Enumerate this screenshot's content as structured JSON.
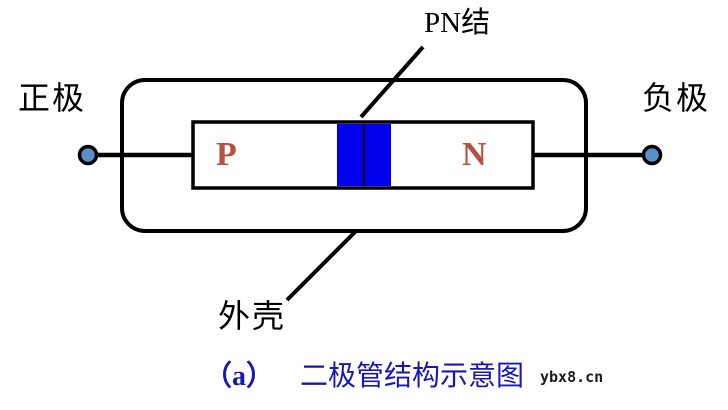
{
  "figure": {
    "type": "schematic-diagram",
    "subject": "semiconductor diode internal structure",
    "caption_index": "（a）",
    "caption_text": "二极管结构示意图",
    "watermark": "ybx8.cn",
    "background_color": "#ffffff"
  },
  "terminals": {
    "anode": {
      "label": "正极",
      "dot_color": "#5b8fcb",
      "dot_outline_color": "#000000"
    },
    "cathode": {
      "label": "负极",
      "dot_color": "#5b8fcb",
      "dot_outline_color": "#000000"
    }
  },
  "regions": {
    "p_type": {
      "letter": "P",
      "letter_color": "#b7503f",
      "fill": "#ffffff"
    },
    "n_type": {
      "letter": "N",
      "letter_color": "#b7503f",
      "fill": "#ffffff"
    },
    "junction": {
      "fill": "#0000ee",
      "divider_color": "#101010"
    }
  },
  "callouts": [
    {
      "id": "pn-junction",
      "label": "PN结",
      "label_latin": "PN",
      "label_cjk": "结",
      "leader_color": "#000000"
    },
    {
      "id": "case",
      "label": "外壳",
      "leader_color": "#000000"
    }
  ],
  "colors": {
    "stroke": "#000000",
    "junction_blue": "#0000ee",
    "letter_red": "#b7503f",
    "caption_blue": "#1a16b4",
    "terminal_blue": "#5b8fcb"
  }
}
